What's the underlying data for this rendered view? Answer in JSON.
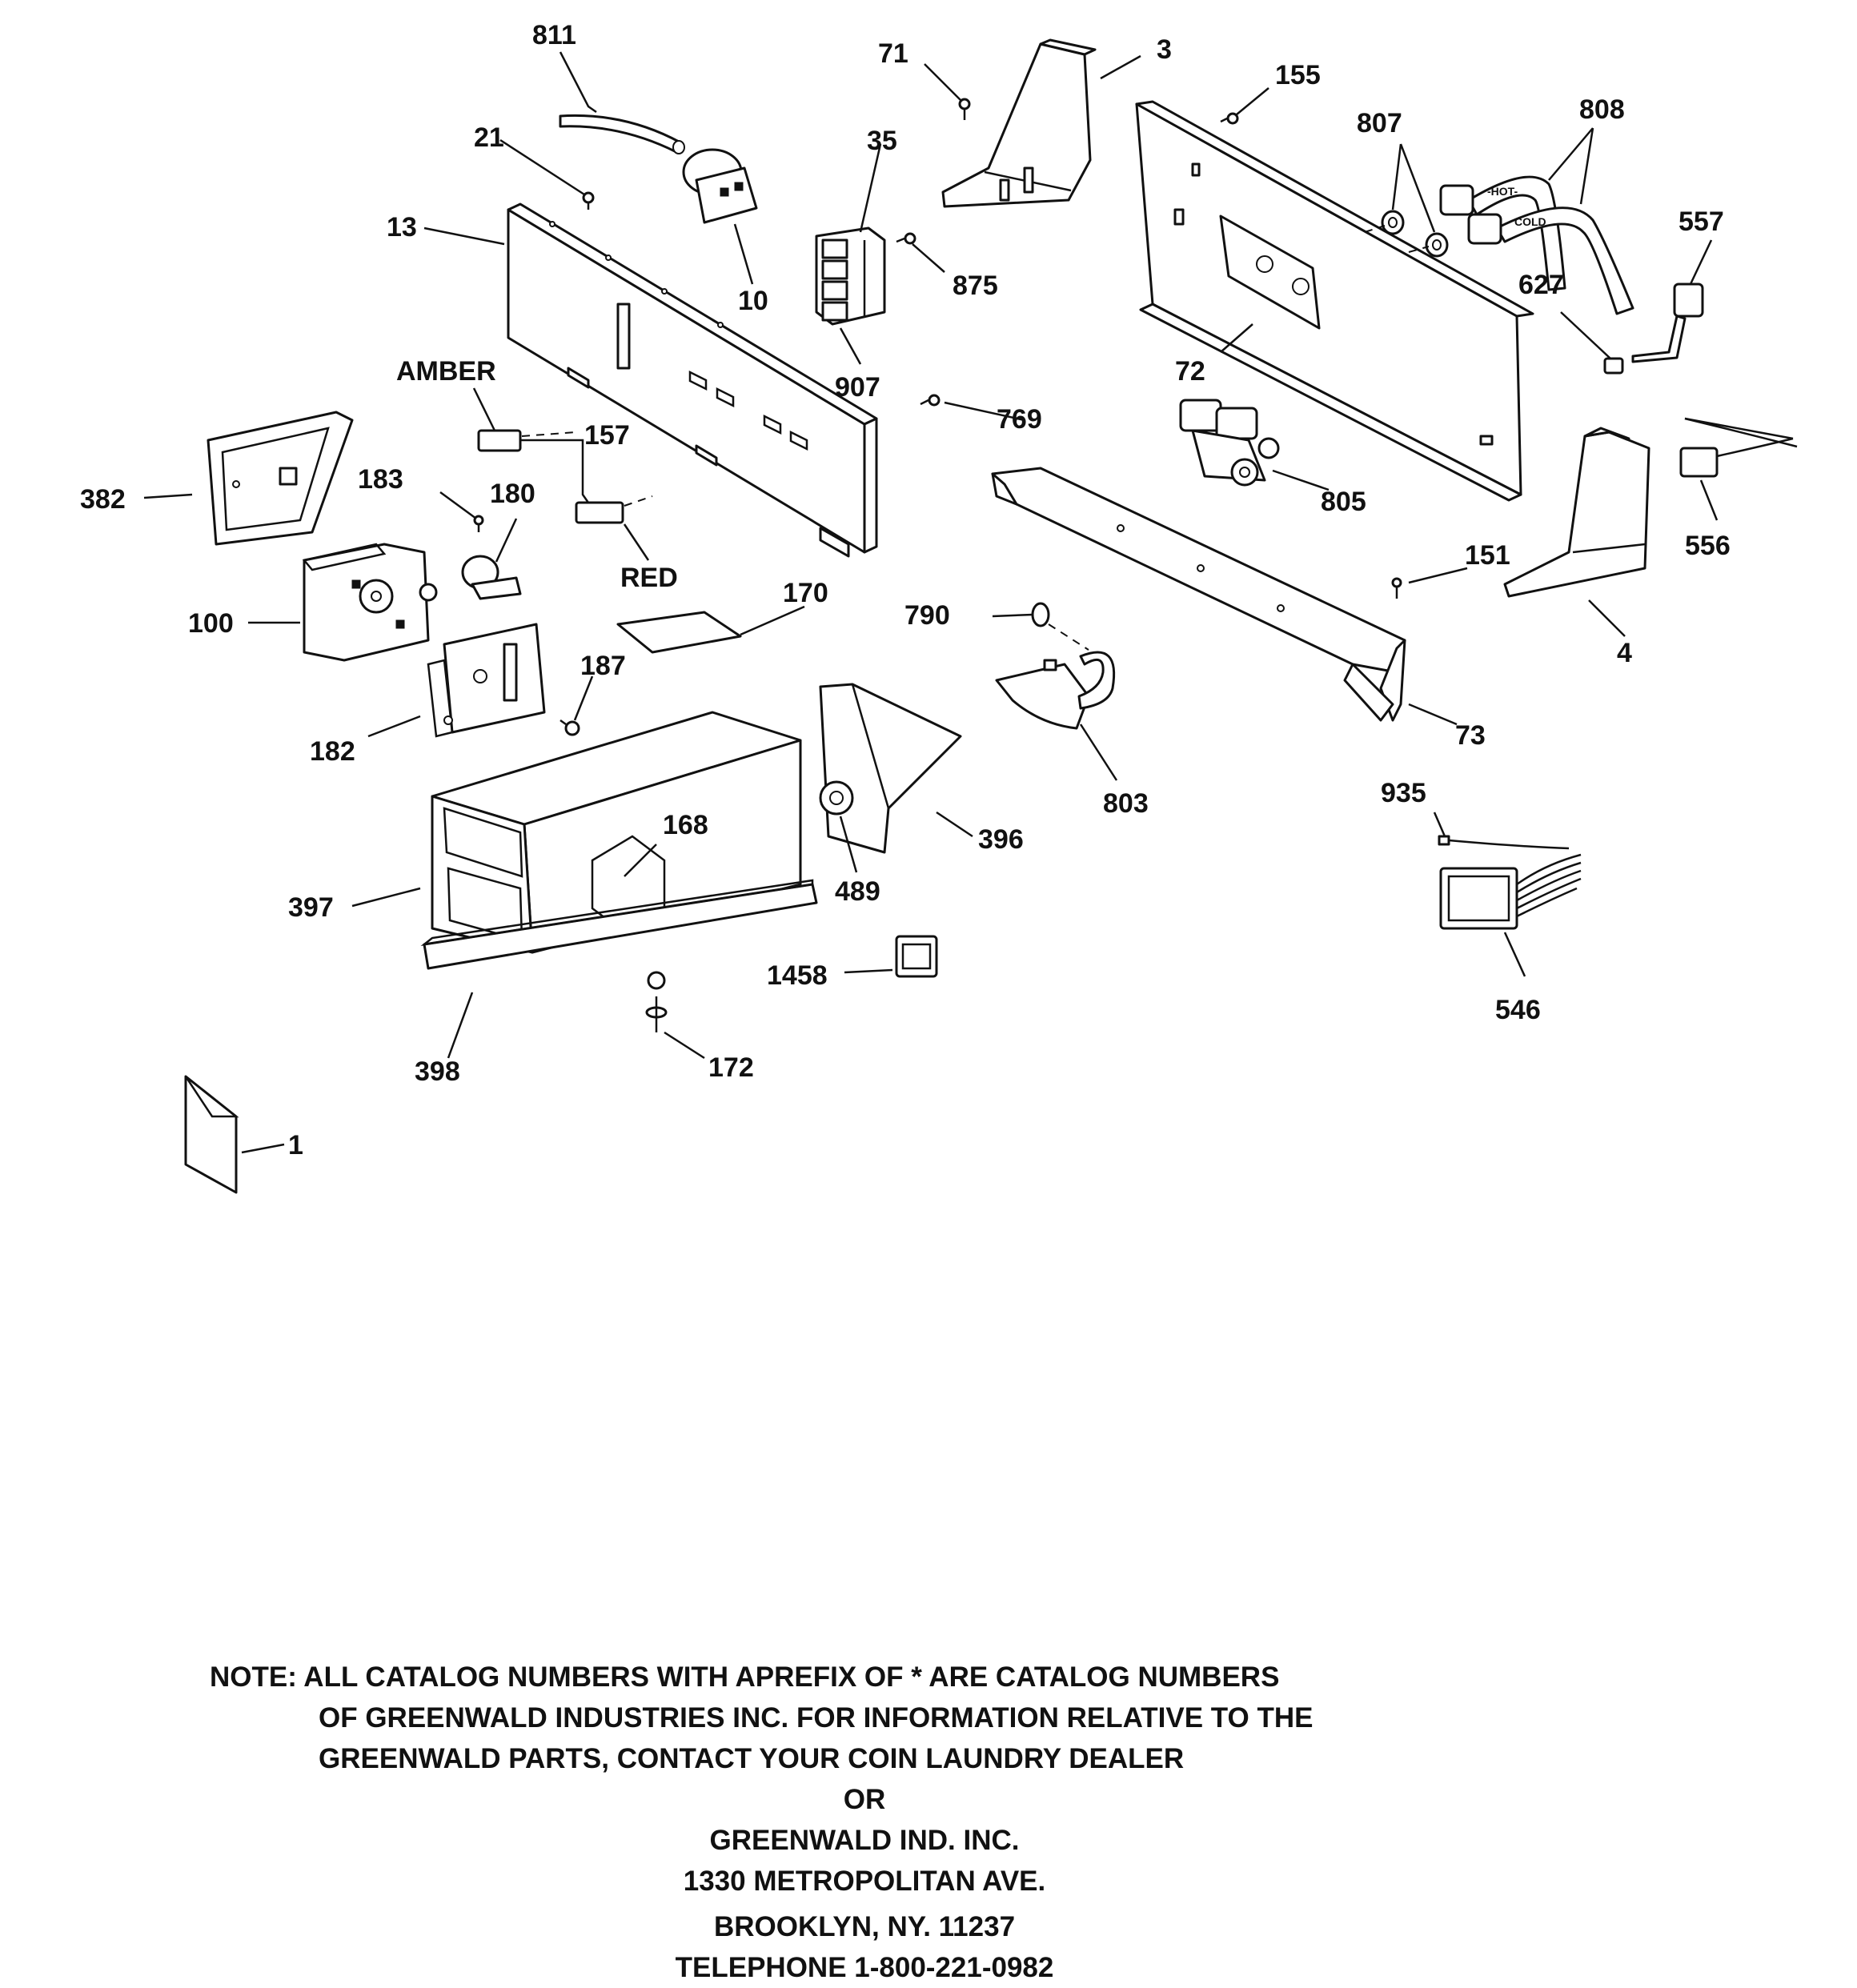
{
  "callouts": [
    {
      "id": "c811",
      "text": "811"
    },
    {
      "id": "c21",
      "text": "21"
    },
    {
      "id": "c13",
      "text": "13"
    },
    {
      "id": "c10",
      "text": "10"
    },
    {
      "id": "c35",
      "text": "35"
    },
    {
      "id": "c875",
      "text": "875"
    },
    {
      "id": "c907",
      "text": "907"
    },
    {
      "id": "c71",
      "text": "71"
    },
    {
      "id": "c3",
      "text": "3"
    },
    {
      "id": "c155",
      "text": "155"
    },
    {
      "id": "c807",
      "text": "807"
    },
    {
      "id": "c808",
      "text": "808"
    },
    {
      "id": "c557",
      "text": "557"
    },
    {
      "id": "c627",
      "text": "627"
    },
    {
      "id": "c72",
      "text": "72"
    },
    {
      "id": "c769",
      "text": "769"
    },
    {
      "id": "c805",
      "text": "805"
    },
    {
      "id": "c556",
      "text": "556"
    },
    {
      "id": "c151",
      "text": "151"
    },
    {
      "id": "c4",
      "text": "4"
    },
    {
      "id": "c73",
      "text": "73"
    },
    {
      "id": "c790",
      "text": "790"
    },
    {
      "id": "c803",
      "text": "803"
    },
    {
      "id": "c935",
      "text": "935"
    },
    {
      "id": "c546",
      "text": "546"
    },
    {
      "id": "camber",
      "text": "AMBER"
    },
    {
      "id": "c157",
      "text": "157"
    },
    {
      "id": "cred",
      "text": "RED"
    },
    {
      "id": "c382",
      "text": "382"
    },
    {
      "id": "c183",
      "text": "183"
    },
    {
      "id": "c180",
      "text": "180"
    },
    {
      "id": "c100",
      "text": "100"
    },
    {
      "id": "c170",
      "text": "170"
    },
    {
      "id": "c187",
      "text": "187"
    },
    {
      "id": "c182",
      "text": "182"
    },
    {
      "id": "c168",
      "text": "168"
    },
    {
      "id": "c397",
      "text": "397"
    },
    {
      "id": "c398",
      "text": "398"
    },
    {
      "id": "c489",
      "text": "489"
    },
    {
      "id": "c396",
      "text": "396"
    },
    {
      "id": "c1458",
      "text": "1458"
    },
    {
      "id": "c172",
      "text": "172"
    },
    {
      "id": "c1",
      "text": "1"
    }
  ],
  "hose_markings": {
    "hot": "-HOT-",
    "cold": "COLD"
  },
  "note": {
    "line1": "NOTE: ALL CATALOG NUMBERS WITH APREFIX OF * ARE CATALOG NUMBERS",
    "line2": "OF GREENWALD INDUSTRIES INC. FOR INFORMATION RELATIVE TO THE",
    "line3": "GREENWALD PARTS, CONTACT YOUR COIN LAUNDRY DEALER",
    "or": "OR",
    "company": "GREENWALD IND. INC.",
    "street": "1330 METROPOLITAN AVE.",
    "city": "BROOKLYN, NY. 11237",
    "phone": "TELEPHONE 1-800-221-0982"
  }
}
